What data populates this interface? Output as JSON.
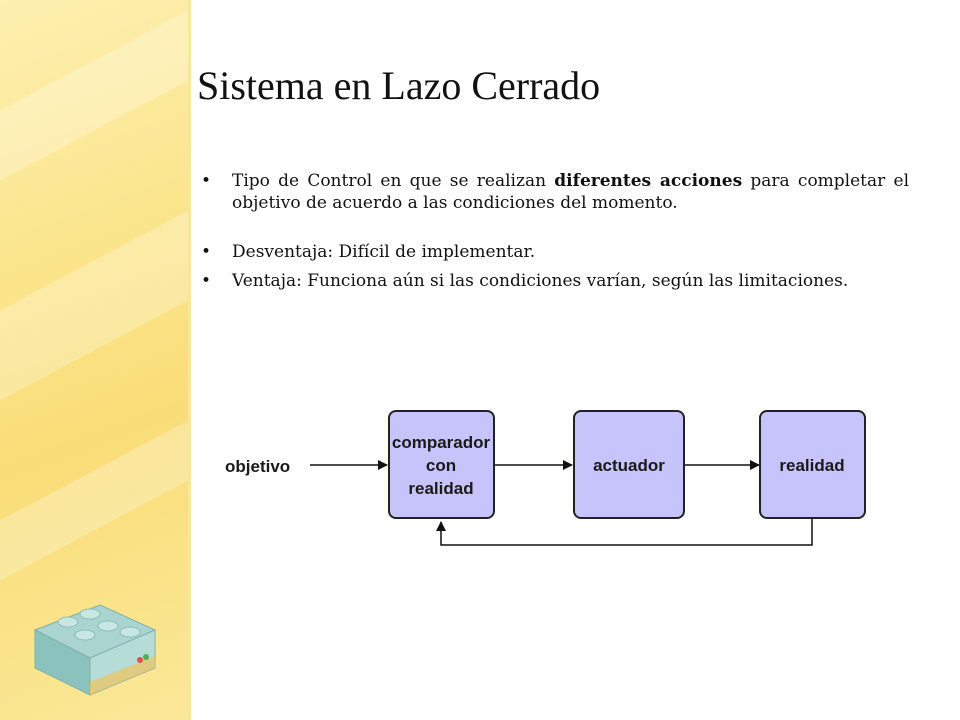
{
  "slide": {
    "title": "Sistema en Lazo Cerrado",
    "bullets": [
      {
        "text_before": "Tipo de Control en que se realizan ",
        "bold": "diferentes acciones",
        "text_after": " para completar el objetivo de acuerdo a las condiciones del momento."
      },
      {
        "text": "Desventaja: Difícil de implementar."
      },
      {
        "text": "Ventaja: Funciona aún si las condiciones varían, según las limitaciones."
      }
    ],
    "bullet_glyph": "•"
  },
  "diagram": {
    "input_label": "objetivo",
    "nodes": [
      {
        "id": "comparador",
        "lines": [
          "comparador",
          "con",
          "realidad"
        ]
      },
      {
        "id": "actuador",
        "lines": [
          "actuador"
        ]
      },
      {
        "id": "realidad",
        "lines": [
          "realidad"
        ]
      }
    ],
    "edges": [
      {
        "from": "objetivo",
        "to": "comparador"
      },
      {
        "from": "comparador",
        "to": "actuador"
      },
      {
        "from": "actuador",
        "to": "realidad"
      },
      {
        "from": "realidad",
        "to": "comparador",
        "type": "feedback"
      }
    ],
    "colors": {
      "node_fill": "#c6c4fb",
      "node_stroke": "#222222",
      "panel": "#fbe58c"
    }
  },
  "decoration": {
    "brick_icon": "lego-brick-icon"
  }
}
